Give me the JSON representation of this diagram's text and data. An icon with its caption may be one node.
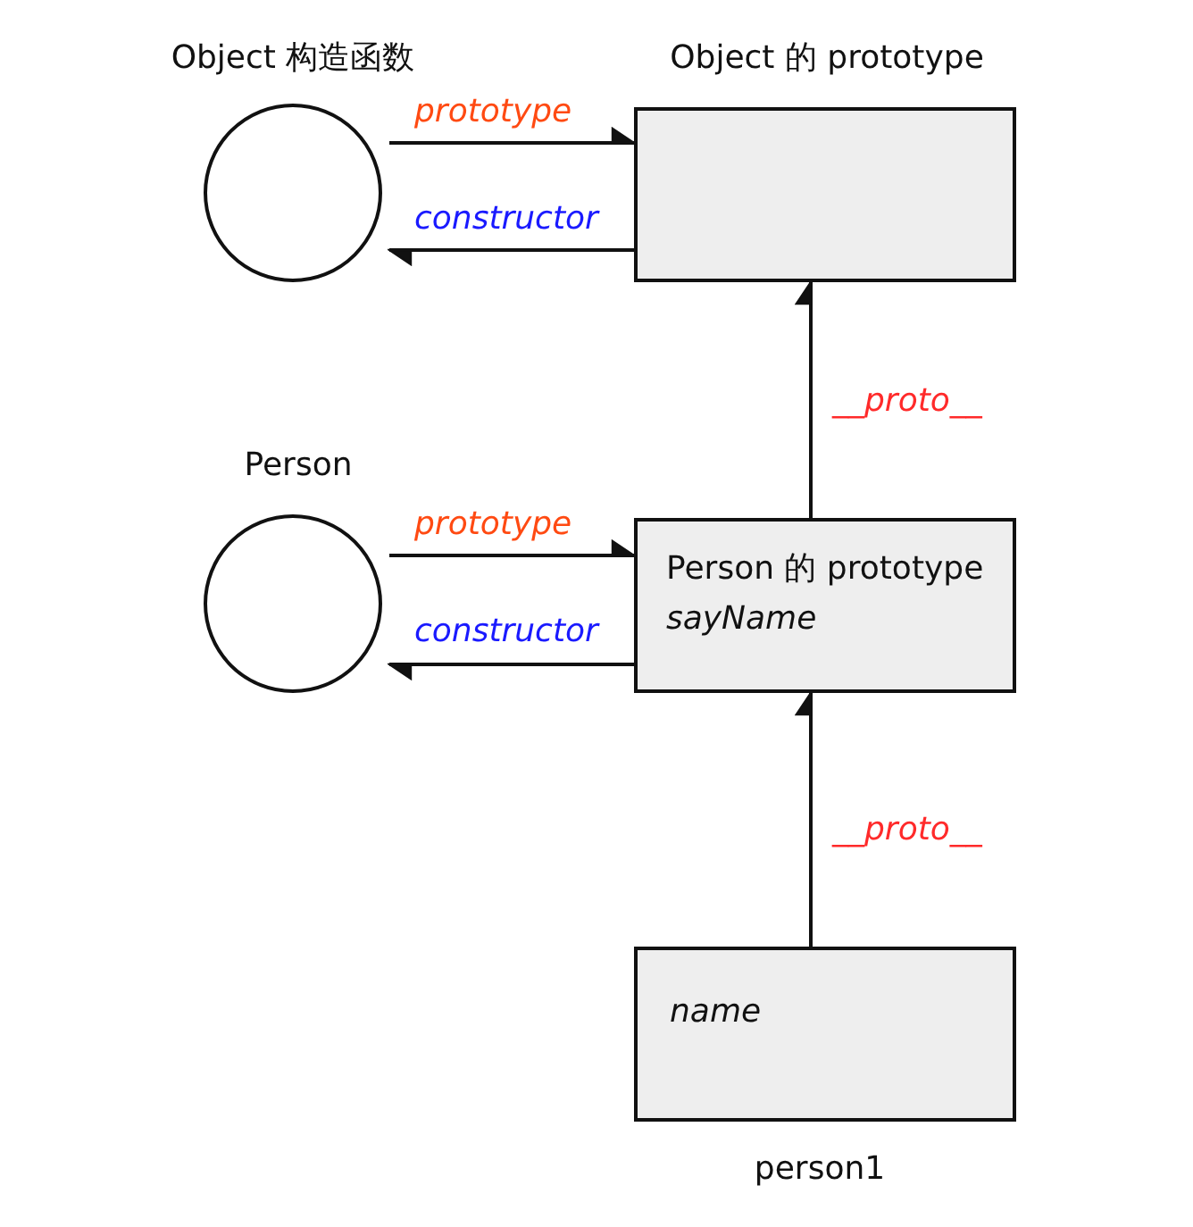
{
  "diagram": {
    "nodes": [
      {
        "text": [
          "Object 构造函数"
        ]
      },
      {
        "text": [
          "Object 的 prototype"
        ]
      },
      {
        "text": [
          "Person"
        ]
      },
      {
        "text": [
          "Person 的 prototype",
          "sayName"
        ]
      },
      {
        "text": [
          "name"
        ],
        "beside": [
          "person1"
        ]
      }
    ],
    "edges": [
      {
        "from": 0,
        "to": 1,
        "arrow": "to",
        "label": "prototype"
      },
      {
        "from": 1,
        "to": 0,
        "arrow": "to",
        "label": "constructor"
      },
      {
        "from": 2,
        "to": 3,
        "arrow": "to",
        "label": "prototype"
      },
      {
        "from": 3,
        "to": 2,
        "arrow": "to",
        "label": "constructor"
      },
      {
        "from": 3,
        "to": 1,
        "arrow": "to",
        "label": "__proto__"
      },
      {
        "from": 4,
        "to": 3,
        "arrow": "to",
        "label": "__proto__"
      }
    ]
  }
}
